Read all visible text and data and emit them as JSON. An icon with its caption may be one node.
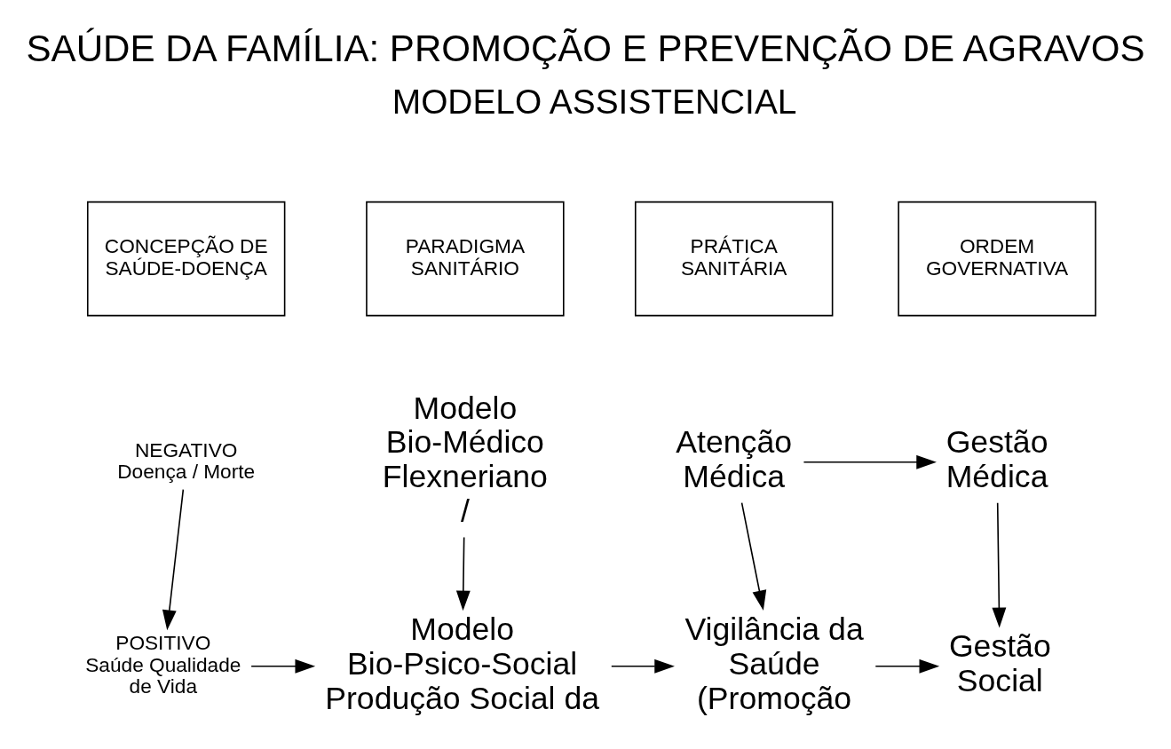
{
  "diagram": {
    "title": "SAÚDE DA FAMÍLIA: PROMOÇÃO E PREVENÇÃO DE AGRAVOS",
    "nodes": [
      {
        "text": [
          "CONCEPÇÃO DE SAÚDE-DOENÇA"
        ]
      },
      {
        "text": [
          "PARADIGMA SANITÁRIO"
        ]
      },
      {
        "text": [
          "PRÁTICA SANITÁRIA"
        ]
      },
      {
        "text": [
          "ORDEM GOVERNATIVA"
        ]
      },
      {
        "text": [
          "NEGATIVO",
          "Doença / Morte"
        ]
      },
      {
        "text": [
          "Modelo Bio-Médico Flexneriano /"
        ]
      },
      {
        "text": [
          "Atenção Médica"
        ]
      },
      {
        "text": [
          "Gestão Médica"
        ]
      },
      {
        "text": [
          "POSITIVO",
          "Saúde Qualidade de Vida"
        ]
      },
      {
        "text": [
          "Modelo Bio-Psico-Social Produção Social da"
        ]
      },
      {
        "text": [
          "Vigilância da Saúde (Promoção"
        ]
      },
      {
        "text": [
          "Gestão Social"
        ]
      }
    ],
    "edges": [
      {
        "from": 6,
        "to": 7,
        "arrow": "to"
      },
      {
        "from": 4,
        "to": 8,
        "arrow": "to"
      },
      {
        "from": 5,
        "to": 9,
        "arrow": "to"
      },
      {
        "from": 6,
        "to": 10,
        "arrow": "to"
      },
      {
        "from": 7,
        "to": 11,
        "arrow": "to"
      },
      {
        "from": 8,
        "to": 9,
        "arrow": "to"
      },
      {
        "from": 9,
        "to": 10,
        "arrow": "to"
      },
      {
        "from": 10,
        "to": 11,
        "arrow": "to"
      }
    ],
    "labels": [
      "MODELO ASSISTENCIAL"
    ]
  }
}
